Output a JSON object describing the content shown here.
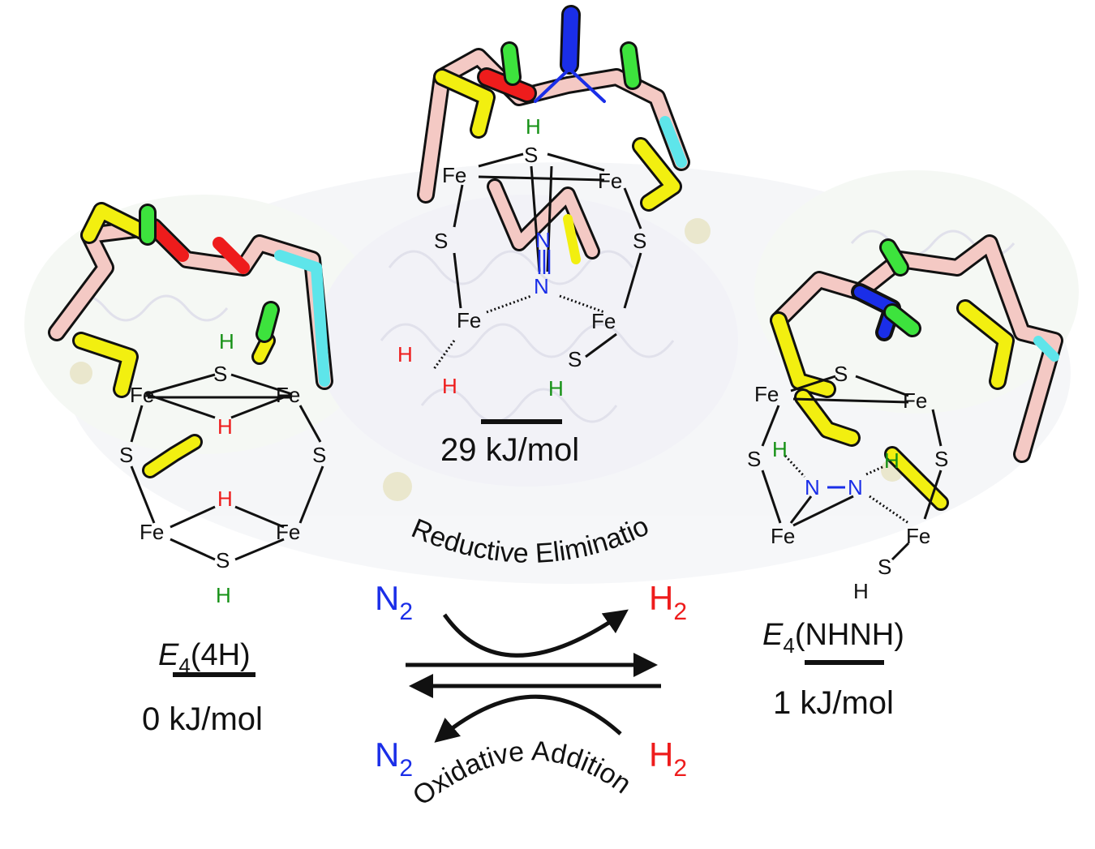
{
  "colors": {
    "nitrogen": "#1a2ee8",
    "hydrogen_red": "#ee1c1c",
    "hydrogen_green": "#169116",
    "sulfur": "#f2ef10",
    "carbon_pink": "#f4c9c4",
    "oxygen_red": "#ee1c1c",
    "chlorine_green": "#3de33d",
    "cyan": "#5ee5ea",
    "dark": "#111111",
    "protein_bg": "#e6e6ec"
  },
  "states": {
    "left": {
      "label_italic": "E",
      "label_sub": "4",
      "label_rest": "(4H)",
      "energy": "0 kJ/mol"
    },
    "middle": {
      "energy": "29 kJ/mol"
    },
    "right": {
      "label_italic": "E",
      "label_sub": "4",
      "label_rest": "(NHNH)",
      "energy": "1 kJ/mol"
    }
  },
  "atoms": {
    "fe": "Fe",
    "s": "S",
    "h": "H",
    "n": "N"
  },
  "reaction": {
    "top_arc_label": "Reductive Elimination",
    "bottom_arc_label": "Oxidative Addition",
    "n2_main": "N",
    "n2_sub": "2",
    "h2_main": "H",
    "h2_sub": "2"
  }
}
